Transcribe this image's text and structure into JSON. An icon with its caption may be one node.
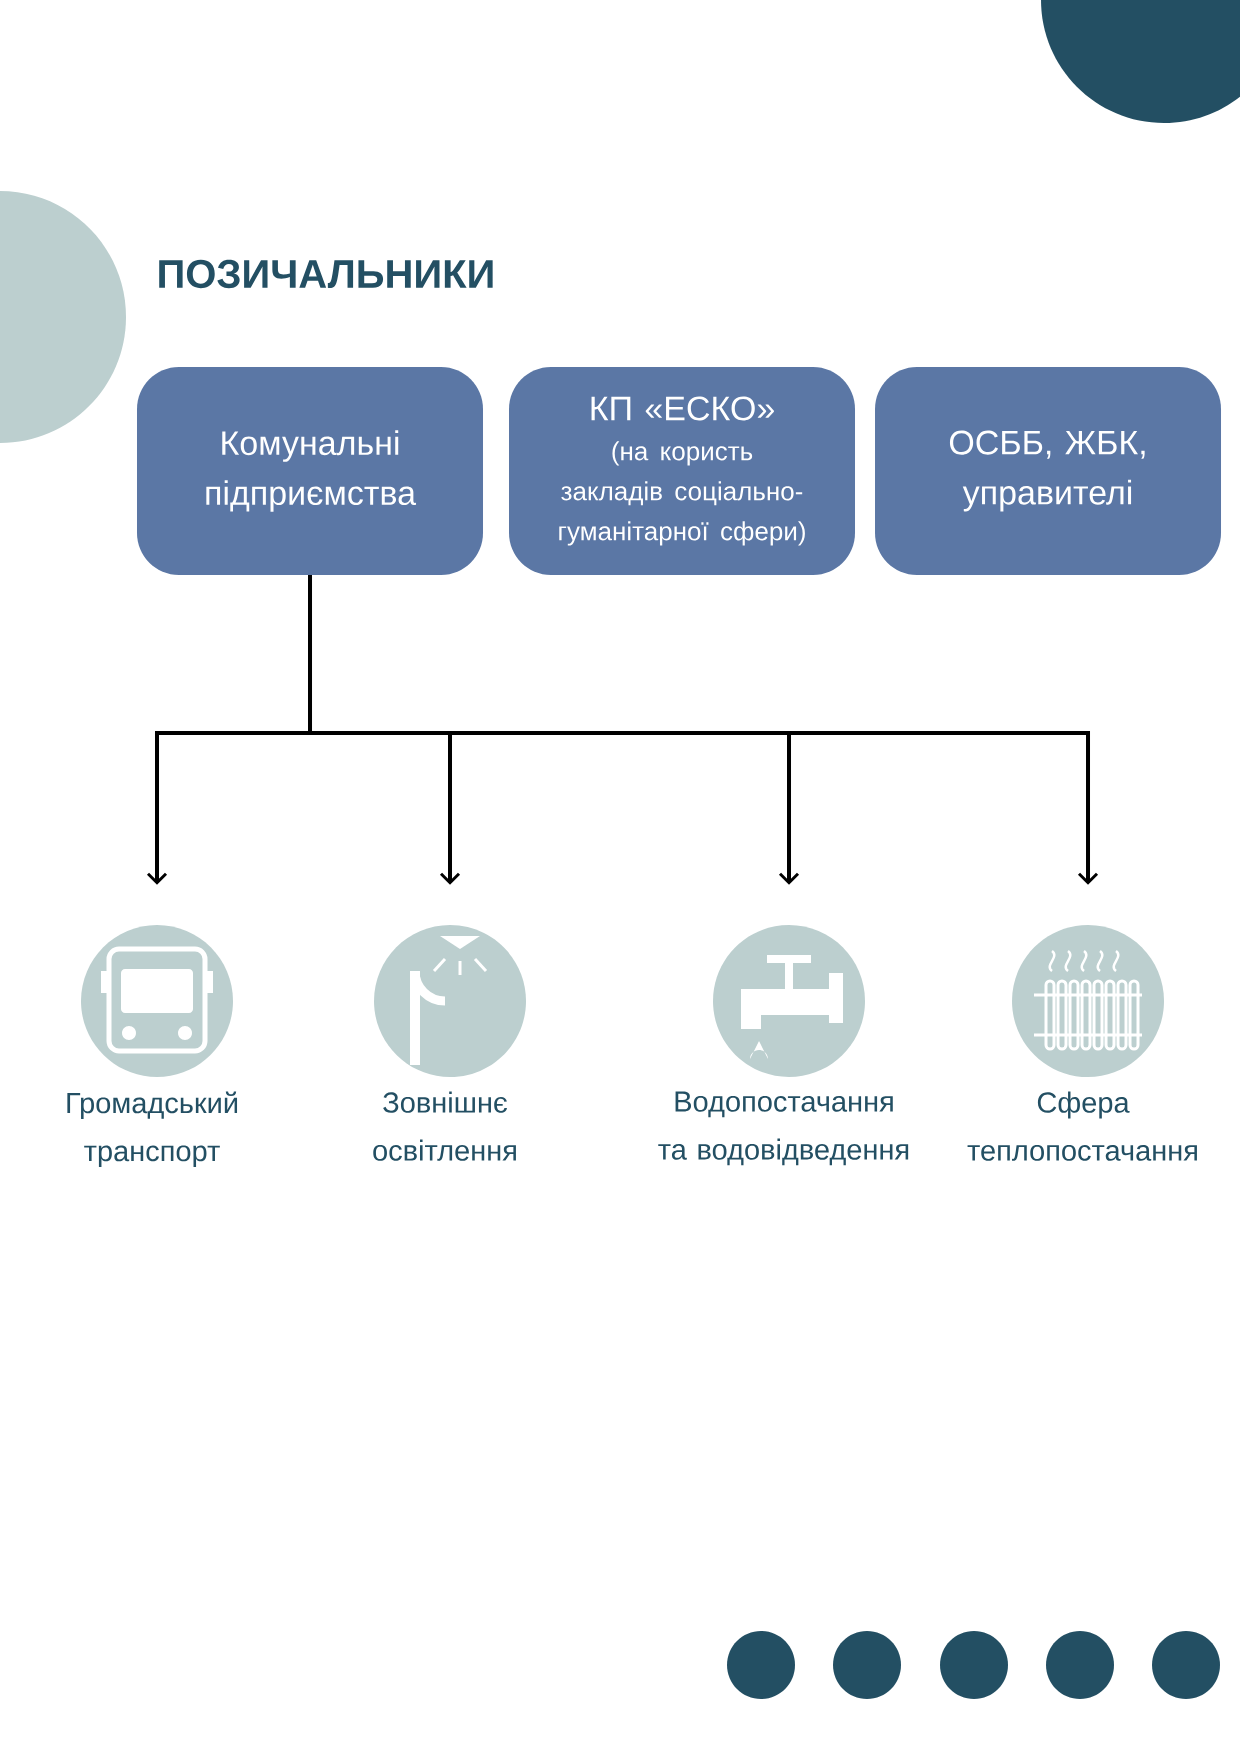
{
  "diagram": {
    "title": "ПОЗИЧАЛЬНИКИ",
    "nodes": [
      {
        "text": [
          "Комунальні підприємства"
        ]
      },
      {
        "text": [
          "КП «ЕСКО»",
          "(на користь закладів соціально-гуманітарної сфери)"
        ]
      },
      {
        "text": [
          "ОСББ, ЖБК, управителі"
        ]
      },
      {
        "text": [],
        "shape": "picture",
        "beside": [
          "Громадський транспорт"
        ]
      },
      {
        "text": [],
        "shape": "picture",
        "beside": [
          "Зовнішнє освітлення"
        ]
      },
      {
        "text": [],
        "shape": "picture",
        "beside": [
          "Водопостачання та водовідведення"
        ]
      },
      {
        "text": [],
        "shape": "picture",
        "beside": [
          "Сфера теплопостачання"
        ]
      }
    ],
    "edges": [
      {
        "from": 0,
        "to": 3,
        "arrow": "to"
      },
      {
        "from": 0,
        "to": 4,
        "arrow": "to"
      },
      {
        "from": 0,
        "to": 5,
        "arrow": "to"
      },
      {
        "from": 0,
        "to": 6,
        "arrow": "to"
      }
    ]
  }
}
